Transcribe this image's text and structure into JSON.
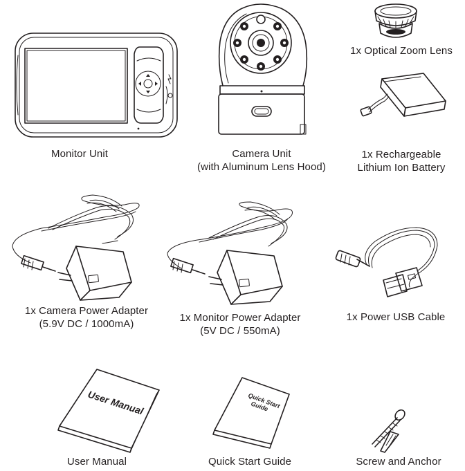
{
  "items": {
    "monitor": {
      "line1": "Monitor Unit",
      "line2": ""
    },
    "camera": {
      "line1": "Camera Unit",
      "line2": "(with Aluminum Lens Hood)"
    },
    "zoom_lens": {
      "line1": "1x Optical Zoom Lens",
      "line2": ""
    },
    "battery": {
      "line1": "1x Rechargeable",
      "line2": "Lithium Ion Battery"
    },
    "camera_adapter": {
      "line1": "1x Camera Power Adapter",
      "line2": "(5.9V DC / 1000mA)"
    },
    "monitor_adapter": {
      "line1": "1x Monitor Power Adapter",
      "line2": "(5V DC / 550mA)"
    },
    "usb_cable": {
      "line1": "1x Power USB Cable",
      "line2": ""
    },
    "user_manual": {
      "line1": "User Manual",
      "line2": "",
      "cover_text": "User Manual"
    },
    "quick_start": {
      "line1": "Quick Start Guide",
      "line2": "",
      "cover_text_1": "Quick Start",
      "cover_text_2": "Guide"
    },
    "screw_anchor": {
      "line1": "Screw and Anchor",
      "line2": ""
    }
  }
}
